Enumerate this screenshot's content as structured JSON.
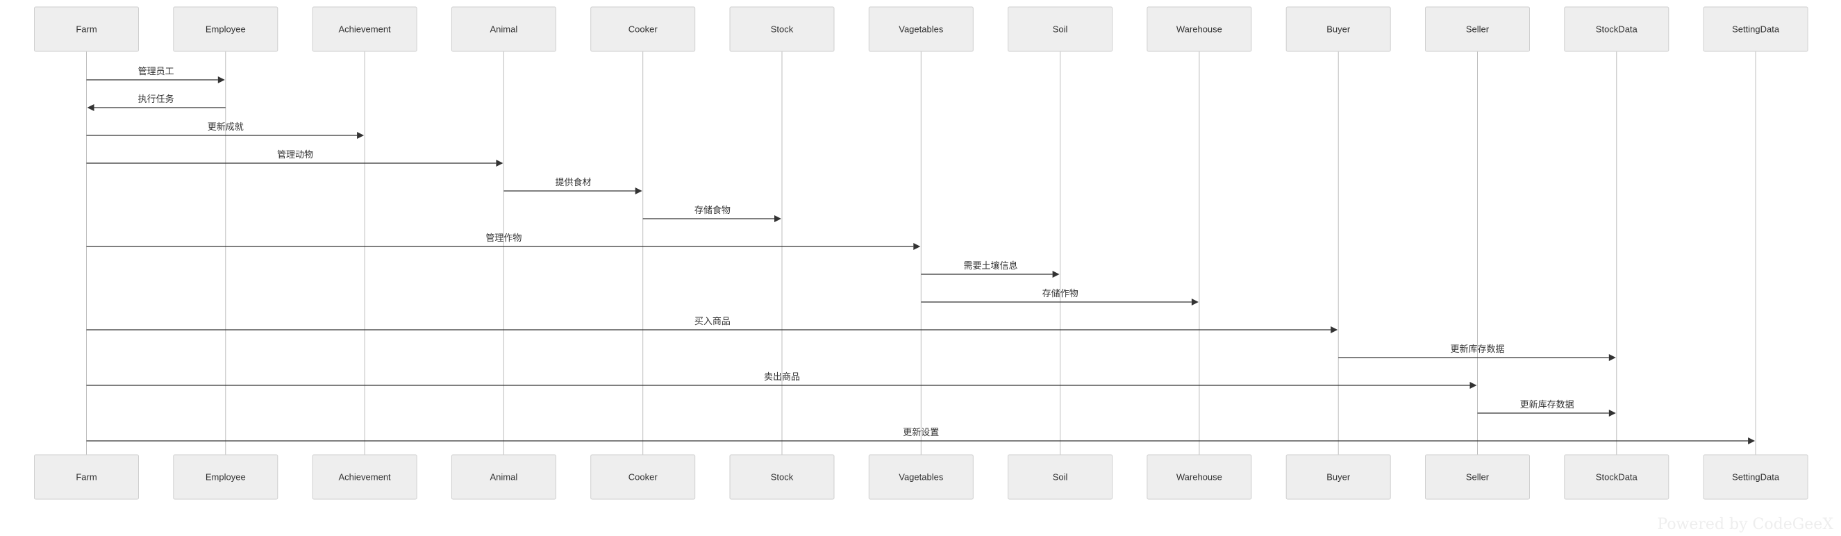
{
  "diagram": {
    "participants": [
      "Farm",
      "Employee",
      "Achievement",
      "Animal",
      "Cooker",
      "Stock",
      "Vagetables",
      "Soil",
      "Warehouse",
      "Buyer",
      "Seller",
      "StockData",
      "SettingData"
    ],
    "messages": [
      {
        "from": 0,
        "to": 1,
        "label": "管理员工"
      },
      {
        "from": 1,
        "to": 0,
        "label": "执行任务"
      },
      {
        "from": 0,
        "to": 2,
        "label": "更新成就"
      },
      {
        "from": 0,
        "to": 3,
        "label": "管理动物"
      },
      {
        "from": 3,
        "to": 4,
        "label": "提供食材"
      },
      {
        "from": 4,
        "to": 5,
        "label": "存储食物"
      },
      {
        "from": 0,
        "to": 6,
        "label": "管理作物"
      },
      {
        "from": 6,
        "to": 7,
        "label": "需要土壤信息"
      },
      {
        "from": 6,
        "to": 8,
        "label": "存储作物"
      },
      {
        "from": 0,
        "to": 9,
        "label": "买入商品"
      },
      {
        "from": 9,
        "to": 11,
        "label": "更新库存数据"
      },
      {
        "from": 0,
        "to": 10,
        "label": "卖出商品"
      },
      {
        "from": 10,
        "to": 11,
        "label": "更新库存数据"
      },
      {
        "from": 0,
        "to": 12,
        "label": "更新设置"
      }
    ]
  },
  "footer": {
    "watermark": "Powered by CodeGeeX"
  }
}
